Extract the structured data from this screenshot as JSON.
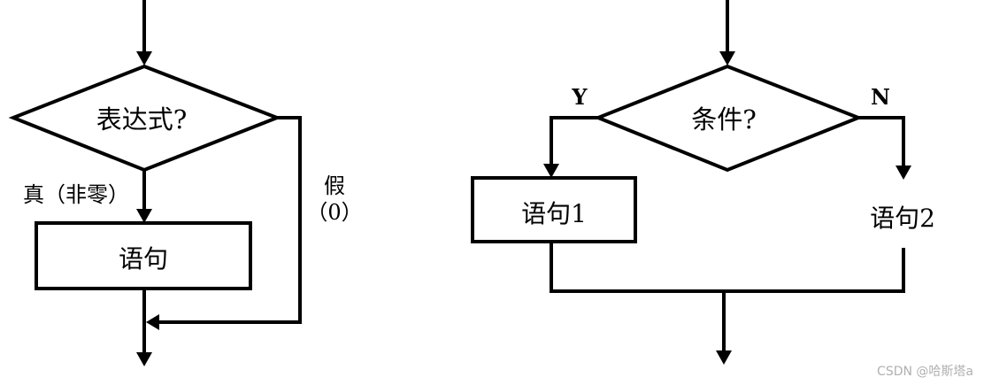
{
  "left_flowchart": {
    "condition": "表达式?",
    "true_label": "真（非零）",
    "false_label_line1": "假",
    "false_label_line2": "（0）",
    "statement": "语句"
  },
  "right_flowchart": {
    "condition": "条件?",
    "yes_label": "Y",
    "no_label": "N",
    "statement1": "语句1",
    "statement2": "语句2"
  },
  "watermark": "CSDN @哈斯塔a"
}
